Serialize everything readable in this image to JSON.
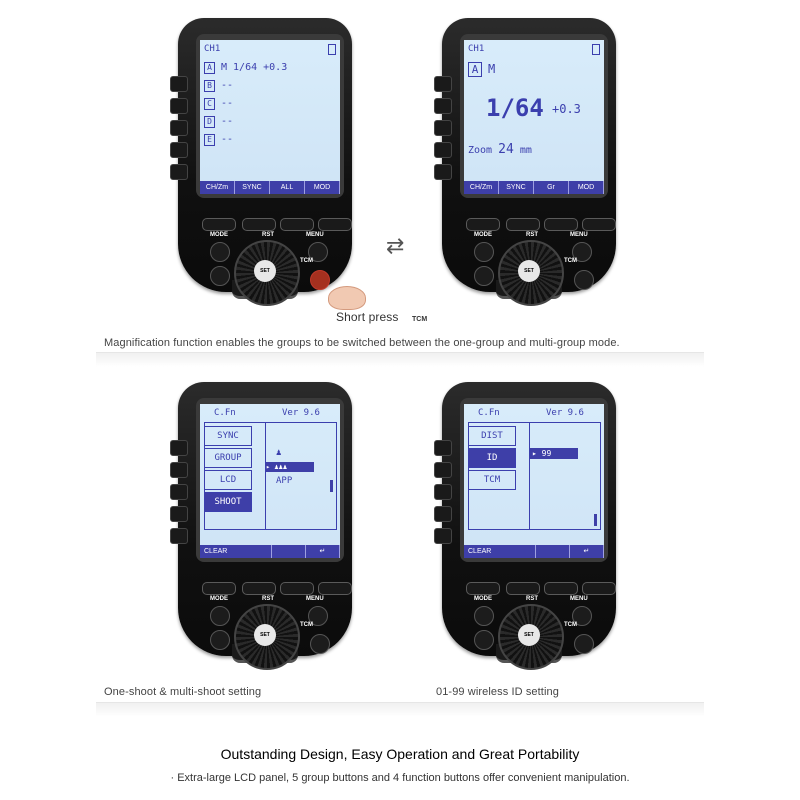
{
  "devices": [
    {
      "screen": "groups",
      "top_label": "CH1",
      "groups": [
        {
          "id": "A",
          "value": "M  1/64 +0.3"
        },
        {
          "id": "B",
          "value": "--"
        },
        {
          "id": "C",
          "value": "--"
        },
        {
          "id": "D",
          "value": "--"
        },
        {
          "id": "E",
          "value": "--"
        }
      ],
      "softkeys": [
        "CH/Zm",
        "SYNC",
        "ALL",
        "MOD"
      ]
    },
    {
      "screen": "single",
      "top_label": "CH1",
      "group_id": "A",
      "mode": "M",
      "power": "1/64",
      "comp": "+0.3",
      "zoom_label": "Zoom",
      "zoom_value": "24",
      "zoom_unit": "mm",
      "softkeys": [
        "CH/Zm",
        "SYNC",
        "Gr",
        "MOD"
      ]
    },
    {
      "screen": "cfn",
      "top_label": "C.Fn",
      "version": "Ver 9.6",
      "menu": [
        "SYNC",
        "GROUP",
        "LCD",
        "SHOOT"
      ],
      "selected": "SHOOT",
      "options": [
        "APP"
      ],
      "bottom_left": "CLEAR",
      "bottom_right": "↵"
    },
    {
      "screen": "cfn",
      "top_label": "C.Fn",
      "version": "Ver 9.6",
      "menu": [
        "DIST",
        "ID",
        "TCM"
      ],
      "selected": "ID",
      "options": [
        "99"
      ],
      "bottom_left": "CLEAR",
      "bottom_right": "↵"
    }
  ],
  "button_labels": {
    "mode": "MODE",
    "rst": "RST",
    "menu": "MENU",
    "tcm": "TCM",
    "set": "SET"
  },
  "short_press_text": "Short press",
  "captions": {
    "row1": "Magnification function enables the groups to be switched between the one-group and multi-group mode.",
    "row2_left": "One-shoot & multi-shoot setting",
    "row2_right": "01-99 wireless ID setting"
  },
  "footer": {
    "title": "Outstanding Design, Easy Operation and Great Portability",
    "subtitle": "·  Extra-large LCD panel, 5 group buttons and 4 function buttons offer convenient manipulation."
  }
}
